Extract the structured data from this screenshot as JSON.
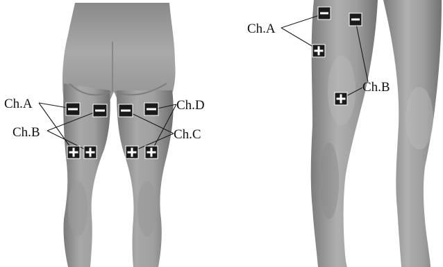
{
  "back_view": {
    "labels": {
      "ch_a": "Ch.A",
      "ch_b": "Ch.B",
      "ch_c": "Ch.C",
      "ch_d": "Ch.D"
    },
    "electrodes": [
      {
        "id": "ch-a-negative",
        "channel": "A",
        "polarity": "-"
      },
      {
        "id": "ch-b-negative",
        "channel": "B",
        "polarity": "-"
      },
      {
        "id": "ch-c-negative",
        "channel": "C",
        "polarity": "-"
      },
      {
        "id": "ch-d-negative",
        "channel": "D",
        "polarity": "-"
      },
      {
        "id": "ch-a-positive",
        "channel": "A",
        "polarity": "+"
      },
      {
        "id": "ch-b-positive",
        "channel": "B",
        "polarity": "+"
      },
      {
        "id": "ch-c-positive",
        "channel": "C",
        "polarity": "+"
      },
      {
        "id": "ch-d-positive",
        "channel": "D",
        "polarity": "+"
      }
    ]
  },
  "side_view": {
    "labels": {
      "ch_a": "Ch.A",
      "ch_b": "Ch.B"
    },
    "electrodes": [
      {
        "id": "side-ch-a-negative",
        "channel": "A",
        "polarity": "-"
      },
      {
        "id": "side-ch-b-negative",
        "channel": "B",
        "polarity": "-"
      },
      {
        "id": "side-ch-a-positive",
        "channel": "A",
        "polarity": "+"
      },
      {
        "id": "side-ch-b-positive",
        "channel": "B",
        "polarity": "+"
      }
    ]
  },
  "colors": {
    "skin_light": "#b4b4b4",
    "skin_mid": "#8e8e8e",
    "skin_dark": "#6a6a6a",
    "electrode": "#1a1a1a",
    "label": "#111111"
  }
}
